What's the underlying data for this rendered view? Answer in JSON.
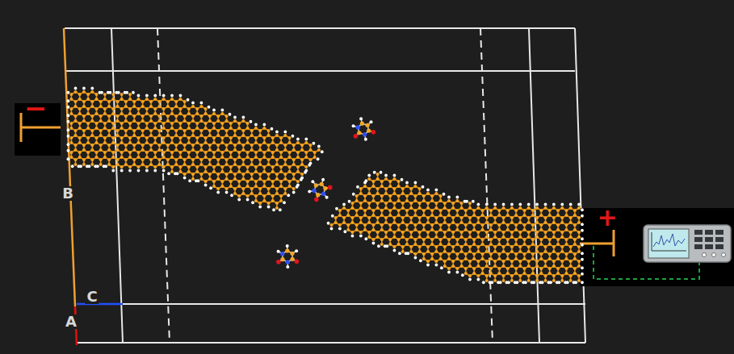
{
  "diagram": {
    "labels": [
      "−",
      "B",
      "A",
      "C",
      "+"
    ]
  }
}
